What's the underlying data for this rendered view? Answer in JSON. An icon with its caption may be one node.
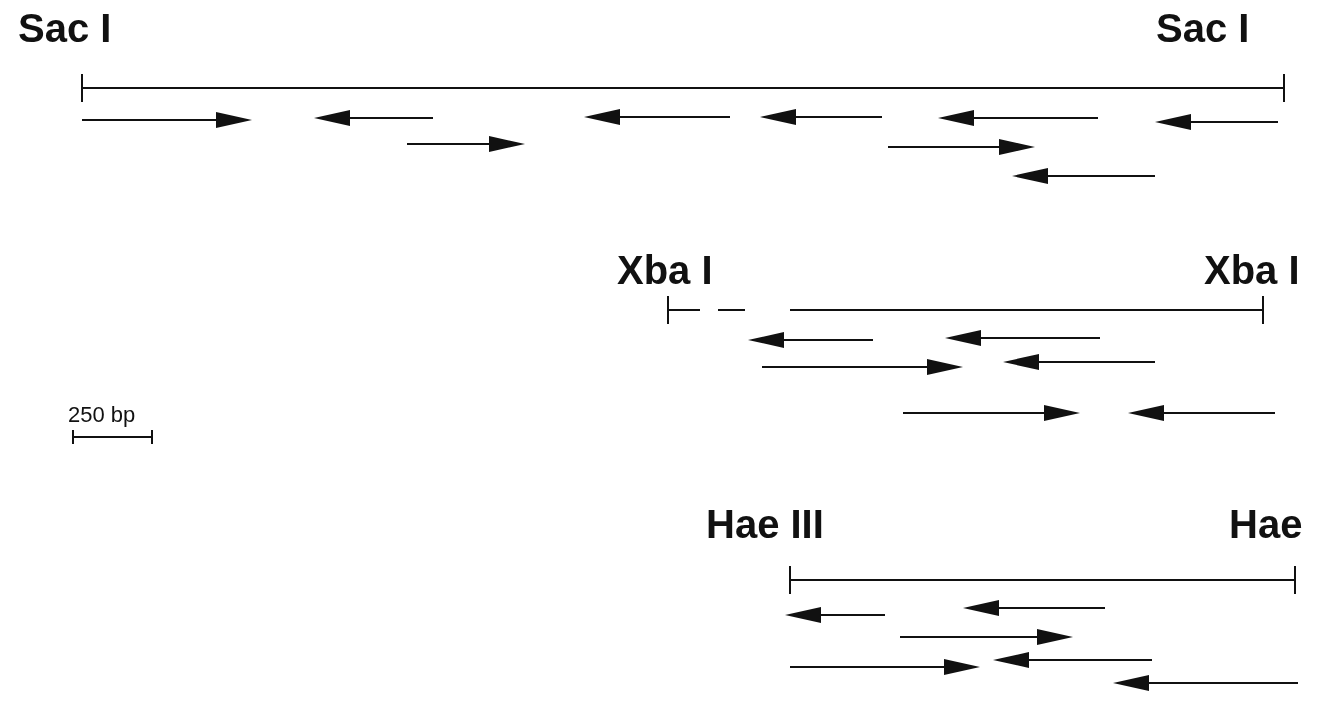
{
  "diagram": {
    "labels": [
      "Sac I",
      "Sac I",
      "Xba I",
      "Xba I",
      "250 bp",
      "Hae III",
      "Hae"
    ]
  }
}
